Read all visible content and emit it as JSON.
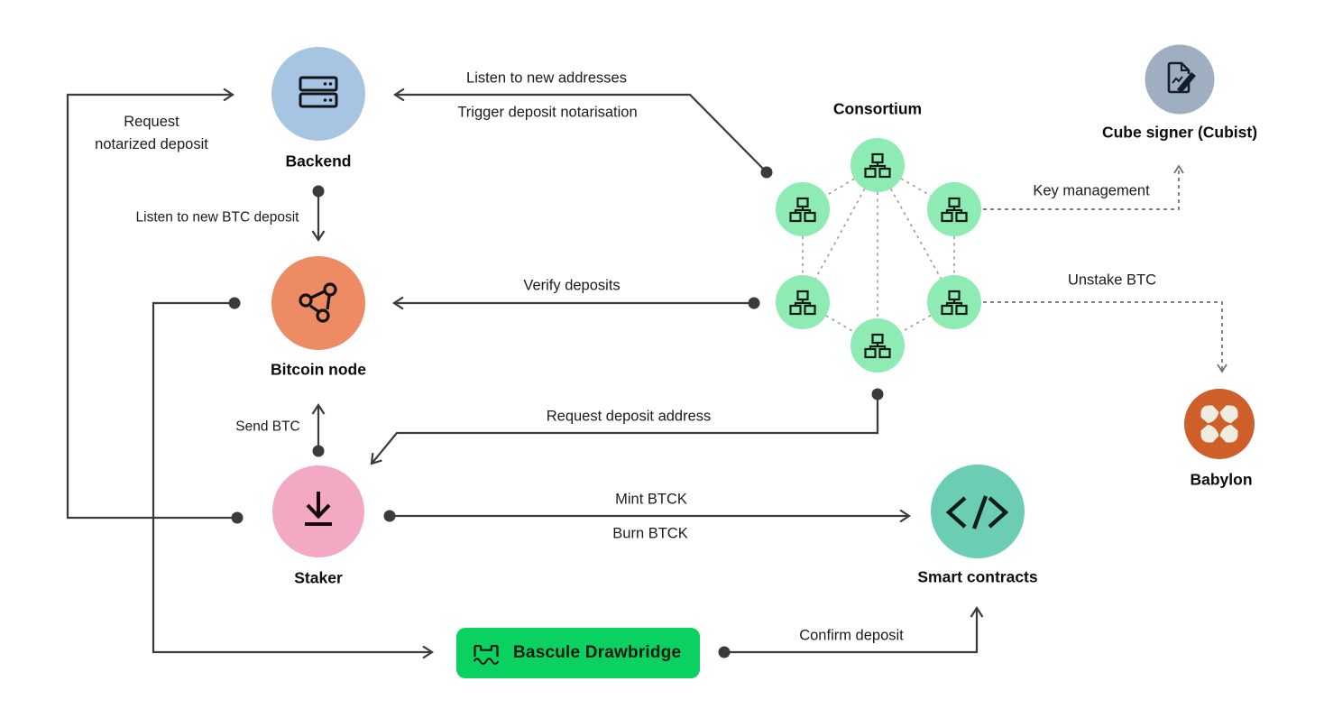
{
  "nodes": {
    "backend": {
      "label": "Backend"
    },
    "bitcoin_node": {
      "label": "Bitcoin node"
    },
    "staker": {
      "label": "Staker"
    },
    "smart_contracts": {
      "label": "Smart contracts"
    },
    "consortium": {
      "label": "Consortium"
    },
    "cube_signer": {
      "label": "Cube signer (Cubist)"
    },
    "babylon": {
      "label": "Babylon"
    },
    "bascule_drawbridge": {
      "label": "Bascule Drawbridge"
    }
  },
  "edges": {
    "request_notarized_deposit": {
      "lines": [
        "Request",
        "notarized deposit"
      ]
    },
    "listen_new_addresses": {
      "label": "Listen to new addresses"
    },
    "trigger_deposit_notarisation": {
      "label": "Trigger deposit notarisation"
    },
    "listen_new_btc_deposit": {
      "label": "Listen to new BTC deposit"
    },
    "verify_deposits": {
      "label": "Verify deposits"
    },
    "key_management": {
      "label": "Key management"
    },
    "unstake_btc": {
      "label": "Unstake BTC"
    },
    "request_deposit_address": {
      "label": "Request deposit address"
    },
    "send_btc": {
      "label": "Send BTC"
    },
    "mint_btck": {
      "label": "Mint BTCK"
    },
    "burn_btck": {
      "label": "Burn BTCK"
    },
    "confirm_deposit": {
      "label": "Confirm deposit"
    }
  },
  "colors": {
    "backend_circle": "#A7C4E2",
    "bitcoin_node_circle": "#EC8B64",
    "staker_circle": "#F3A8C3",
    "smart_contracts_circle": "#6BCDB4",
    "consortium_circle": "#8EEBB3",
    "cube_signer_circle": "#9FAFC1",
    "babylon_circle": "#CE5F28",
    "babylon_logo": "#EFEDE2",
    "bascule_button": "#0BD160",
    "arrow": "#3B3B3B",
    "dashed_link": "#9A9A9A"
  }
}
